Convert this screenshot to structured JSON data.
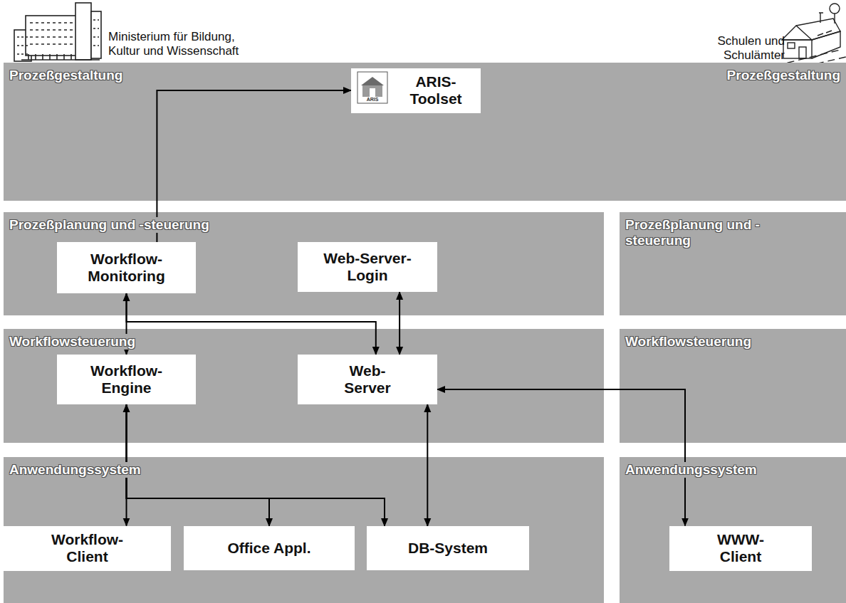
{
  "diagram": {
    "nodes": [
      {
        "text": [
          "Prozeßgestaltung",
          "Prozeßgestaltung"
        ]
      },
      {
        "text": [
          "ARIS- Toolset"
        ],
        "in": 0
      },
      {
        "text": [
          "Prozeßplanung und -steuerung"
        ]
      },
      {
        "text": [
          "Workflow- Monitoring"
        ],
        "in": 2
      },
      {
        "text": [
          "Web-Server- Login"
        ],
        "in": 2
      },
      {
        "text": [
          "Prozeßplanung und -steuerung"
        ]
      },
      {
        "text": [
          "Workflowsteuerung"
        ]
      },
      {
        "text": [
          "Workflow- Engine"
        ],
        "in": 6
      },
      {
        "text": [
          "Web- Server"
        ],
        "in": 6
      },
      {
        "text": [
          "Workflowsteuerung"
        ]
      },
      {
        "text": [
          "Anwendungssystem"
        ]
      },
      {
        "text": [
          "Workflow- Client"
        ],
        "in": 10
      },
      {
        "text": [
          "Office Appl."
        ],
        "in": 10
      },
      {
        "text": [
          "DB-System"
        ],
        "in": 10
      },
      {
        "text": [
          "Anwendungssystem"
        ]
      },
      {
        "text": [
          "WWW- Client"
        ],
        "in": 14
      }
    ],
    "edges": [
      {
        "from": 3,
        "to": 1,
        "arrow": "to"
      },
      {
        "from": 3,
        "to": 7,
        "arrow": "both"
      },
      {
        "from": 3,
        "to": 8,
        "arrow": "to"
      },
      {
        "from": 4,
        "to": 8,
        "arrow": "both"
      },
      {
        "from": 8,
        "to": 15,
        "arrow": "both"
      },
      {
        "from": 8,
        "to": 13,
        "arrow": "both"
      },
      {
        "from": 7,
        "to": 11,
        "arrow": "both"
      },
      {
        "from": 7,
        "to": 12,
        "arrow": "to"
      },
      {
        "from": 7,
        "to": 13,
        "arrow": "to"
      }
    ],
    "labels": [
      "Ministerium für Bildung, Kultur und Wissenschaft",
      "Schulen und Schulämter",
      "ARIS"
    ]
  }
}
